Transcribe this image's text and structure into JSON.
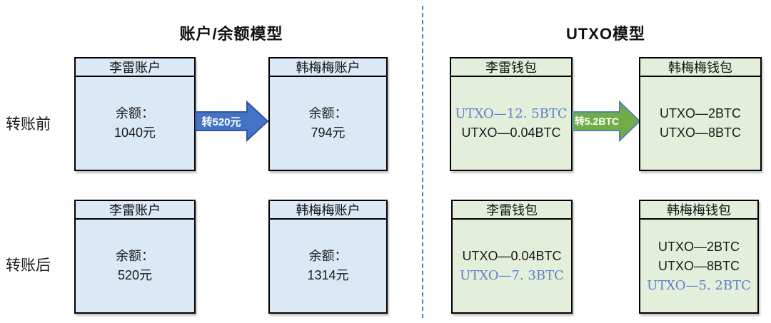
{
  "titles": {
    "left": "账户/余额模型",
    "right": "UTXO模型"
  },
  "row_labels": {
    "before": "转账前",
    "after": "转账后"
  },
  "account_model": {
    "before": {
      "sender": {
        "header": "李雷账户",
        "line1": "余额：",
        "line2": "1040元"
      },
      "arrow_label": "转520元",
      "receiver": {
        "header": "韩梅梅账户",
        "line1": "余额：",
        "line2": "794元"
      }
    },
    "after": {
      "sender": {
        "header": "李雷账户",
        "line1": "余额：",
        "line2": "520元"
      },
      "receiver": {
        "header": "韩梅梅账户",
        "line1": "余额：",
        "line2": "1314元"
      }
    }
  },
  "utxo_model": {
    "before": {
      "sender": {
        "header": "李雷钱包",
        "line1": "UTXO—12. 5BTC",
        "line2": "UTXO—0.04BTC"
      },
      "arrow_label": "转5.2BTC",
      "receiver": {
        "header": "韩梅梅钱包",
        "line1": "UTXO—2BTC",
        "line2": "UTXO—8BTC"
      }
    },
    "after": {
      "sender": {
        "header": "李雷钱包",
        "line1": "UTXO—0.04BTC",
        "line2": "UTXO—7. 3BTC"
      },
      "receiver": {
        "header": "韩梅梅钱包",
        "line1": "UTXO—2BTC",
        "line2": "UTXO—8BTC",
        "line3": "UTXO—5. 2BTC"
      }
    }
  },
  "colors": {
    "account_box_fill": "#dbe9f6",
    "utxo_box_fill": "#e3efdb",
    "box_border": "#000000",
    "transfer_arrow_blue_fill": "#4472c4",
    "transfer_arrow_blue_stroke": "#35549b",
    "transfer_arrow_green_fill": "#70ad47",
    "transfer_arrow_green_stroke": "#4f81bd",
    "highlighted_utxo_text": "#5b7ec9",
    "divider_dashed_blue": "#4a7fd4"
  }
}
